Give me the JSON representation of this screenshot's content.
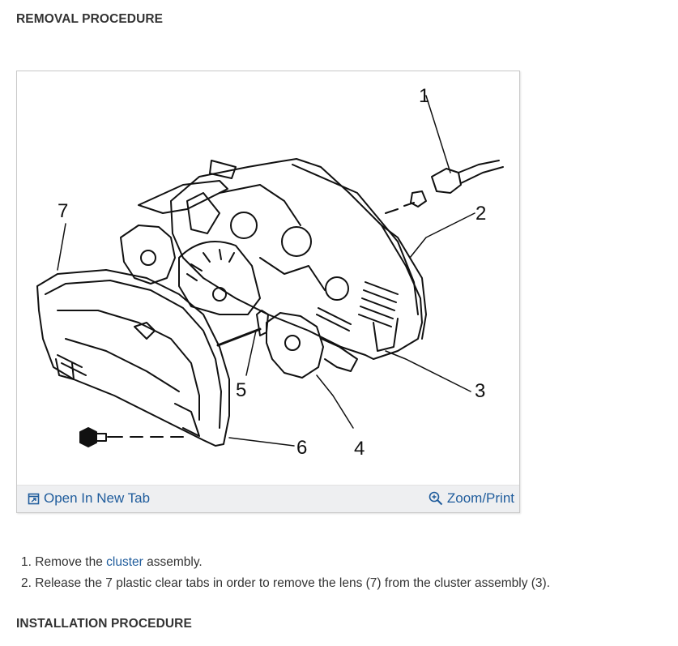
{
  "removal_heading": "REMOVAL PROCEDURE",
  "installation_heading": "INSTALLATION PROCEDURE",
  "figure": {
    "callouts": [
      "1",
      "2",
      "3",
      "4",
      "5",
      "6",
      "7"
    ],
    "open_tab_label": "Open In New Tab",
    "zoom_label": "Zoom/Print",
    "open_tab_icon": "open-new-tab-icon",
    "zoom_icon": "zoom-in-icon"
  },
  "steps": [
    {
      "number": "1.",
      "before": "Remove the",
      "link": "cluster",
      "after": "assembly."
    },
    {
      "number": "2.",
      "text": "Release the 7 plastic clear tabs in order to remove the lens (7) from the cluster assembly (3)."
    }
  ],
  "colors": {
    "link": "#1f5c9c",
    "text": "#333333",
    "bar": "#eeeff1"
  }
}
